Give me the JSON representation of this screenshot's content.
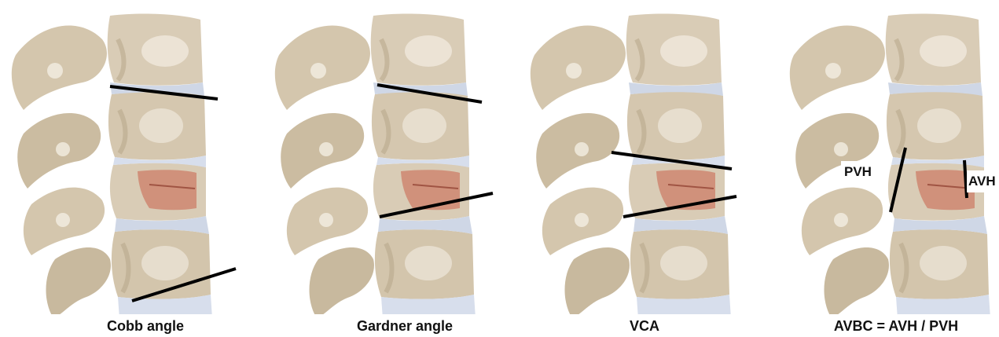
{
  "panels": [
    {
      "id": "cobb",
      "caption": "Cobb angle"
    },
    {
      "id": "gardner",
      "caption": "Gardner angle"
    },
    {
      "id": "vca",
      "caption": "VCA"
    },
    {
      "id": "avbc",
      "caption": "AVBC = AVH / PVH",
      "labels": {
        "posterior": "PVH",
        "anterior": "AVH"
      }
    }
  ],
  "colors": {
    "bone": "#d9ccb6",
    "bone_shadow": "#b9a88c",
    "bone_highlight": "#f3ede2",
    "disc": "#cfd7e6",
    "fracture": "#c9604a",
    "line": "#000000"
  }
}
